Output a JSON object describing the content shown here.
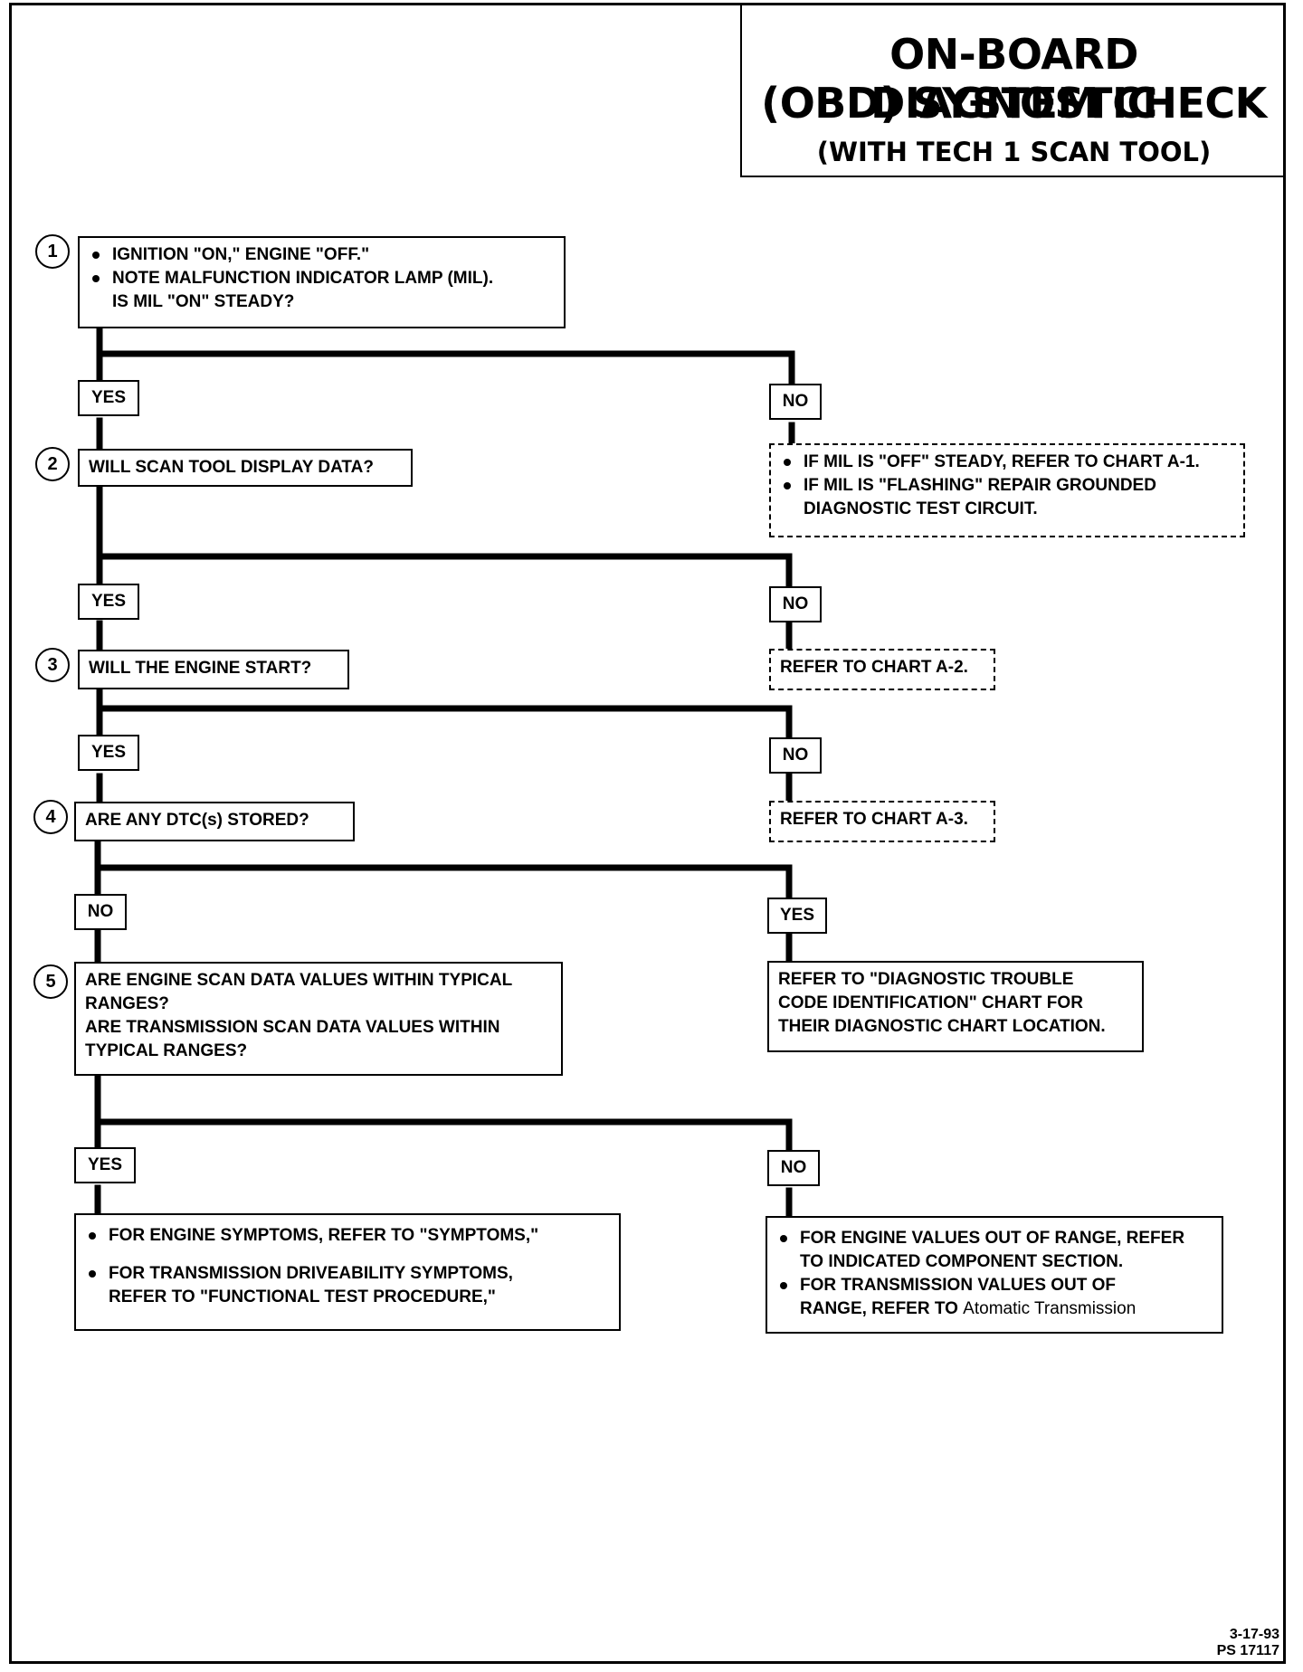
{
  "title": {
    "line1": "ON-BOARD DIAGNOSTIC",
    "line2": "(OBD) SYSTEM CHECK",
    "line3": "(WITH TECH 1 SCAN TOOL)"
  },
  "steps": [
    {
      "number": "1",
      "lines": [
        "IGNITION \"ON,\" ENGINE \"OFF.\"",
        "NOTE MALFUNCTION INDICATOR LAMP (MIL).",
        "IS MIL \"ON\" STEADY?"
      ]
    },
    {
      "number": "2",
      "lines": [
        "WILL SCAN TOOL DISPLAY DATA?"
      ]
    },
    {
      "number": "3",
      "lines": [
        "WILL THE ENGINE START?"
      ]
    },
    {
      "number": "4",
      "lines": [
        "ARE ANY DTC(s) STORED?"
      ]
    },
    {
      "number": "5",
      "lines": [
        "ARE ENGINE SCAN DATA VALUES WITHIN TYPICAL",
        "RANGES?",
        "ARE TRANSMISSION SCAN DATA VALUES WITHIN",
        "TYPICAL RANGES?"
      ]
    }
  ],
  "branches": {
    "s1_left": "YES",
    "s1_right": "NO",
    "s2_left": "YES",
    "s2_right": "NO",
    "s3_left": "YES",
    "s3_right": "NO",
    "s4_left": "NO",
    "s4_right": "YES",
    "s5_left": "YES",
    "s5_right": "NO"
  },
  "outcomes": {
    "mil_off": [
      "IF MIL IS \"OFF\" STEADY, REFER TO CHART A-1.",
      "IF MIL IS \"FLASHING\" REPAIR GROUNDED",
      "DIAGNOSTIC TEST CIRCUIT."
    ],
    "chart_a2": "REFER TO CHART A-2.",
    "chart_a3": "REFER TO CHART A-3.",
    "dtc_yes": [
      "REFER TO \"DIAGNOSTIC TROUBLE",
      "CODE IDENTIFICATION\" CHART FOR",
      "THEIR DIAGNOSTIC CHART LOCATION."
    ],
    "symptoms": [
      "FOR ENGINE SYMPTOMS, REFER TO \"SYMPTOMS,\"",
      "FOR TRANSMISSION DRIVEABILITY SYMPTOMS,",
      "REFER TO \"FUNCTIONAL TEST PROCEDURE,\""
    ],
    "out_of_range": [
      "FOR ENGINE VALUES OUT OF RANGE, REFER",
      "TO INDICATED COMPONENT SECTION.",
      "FOR TRANSMISSION VALUES OUT OF",
      "RANGE, REFER TO",
      "Atomatic Transmission"
    ]
  },
  "footer": {
    "date": "3-17-93",
    "code": "PS 17117"
  }
}
